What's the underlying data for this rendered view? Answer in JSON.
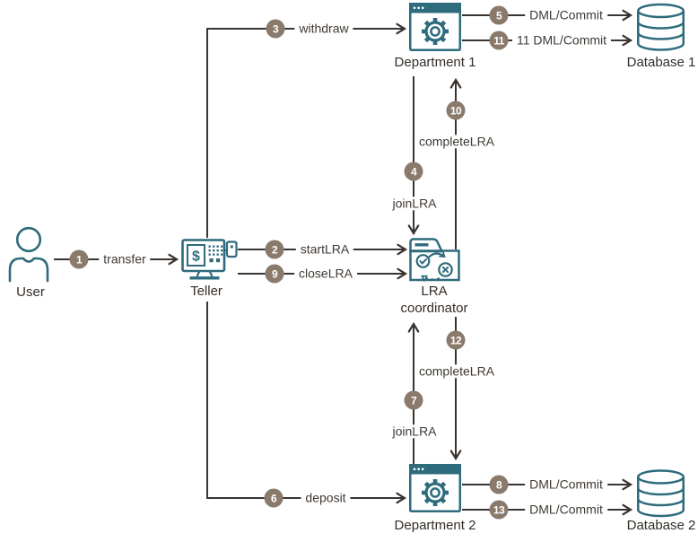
{
  "colors": {
    "icon_teal": "#2e6b7c",
    "connector_line": "#3a3430",
    "step_badge": "#8a7a6c",
    "node_text": "#332d28",
    "edge_text": "#3f3933",
    "background": "#ffffff"
  },
  "nodes": {
    "user": {
      "label": "User"
    },
    "teller": {
      "label": "Teller"
    },
    "department1": {
      "label": "Department 1"
    },
    "database1": {
      "label": "Database 1"
    },
    "lra_coordinator": {
      "label_line1": "LRA",
      "label_line2": "coordinator"
    },
    "department2": {
      "label": "Department 2"
    },
    "database2": {
      "label": "Database 2"
    }
  },
  "edges": [
    {
      "step": "1",
      "label": "transfer",
      "from": "user",
      "to": "teller"
    },
    {
      "step": "2",
      "label": "startLRA",
      "from": "teller",
      "to": "lra_coordinator"
    },
    {
      "step": "3",
      "label": "withdraw",
      "from": "teller",
      "to": "department1"
    },
    {
      "step": "4",
      "label": "joinLRA",
      "from": "department1",
      "to": "lra_coordinator"
    },
    {
      "step": "5",
      "label": "DML/Commit",
      "from": "department1",
      "to": "database1"
    },
    {
      "step": "6",
      "label": "deposit",
      "from": "teller",
      "to": "department2"
    },
    {
      "step": "7",
      "label": "joinLRA",
      "from": "department2",
      "to": "lra_coordinator"
    },
    {
      "step": "8",
      "label": "DML/Commit",
      "from": "department2",
      "to": "database2"
    },
    {
      "step": "9",
      "label": "closeLRA",
      "from": "teller",
      "to": "lra_coordinator"
    },
    {
      "step": "10",
      "label": "completeLRA",
      "from": "lra_coordinator",
      "to": "department1"
    },
    {
      "step": "11",
      "label": "11 DML/Commit",
      "from": "department1",
      "to": "database1"
    },
    {
      "step": "12",
      "label": "completeLRA",
      "from": "lra_coordinator",
      "to": "department2"
    },
    {
      "step": "13",
      "label": "DML/Commit",
      "from": "department2",
      "to": "database2"
    }
  ],
  "icons": {
    "teller_dollar": "$"
  }
}
